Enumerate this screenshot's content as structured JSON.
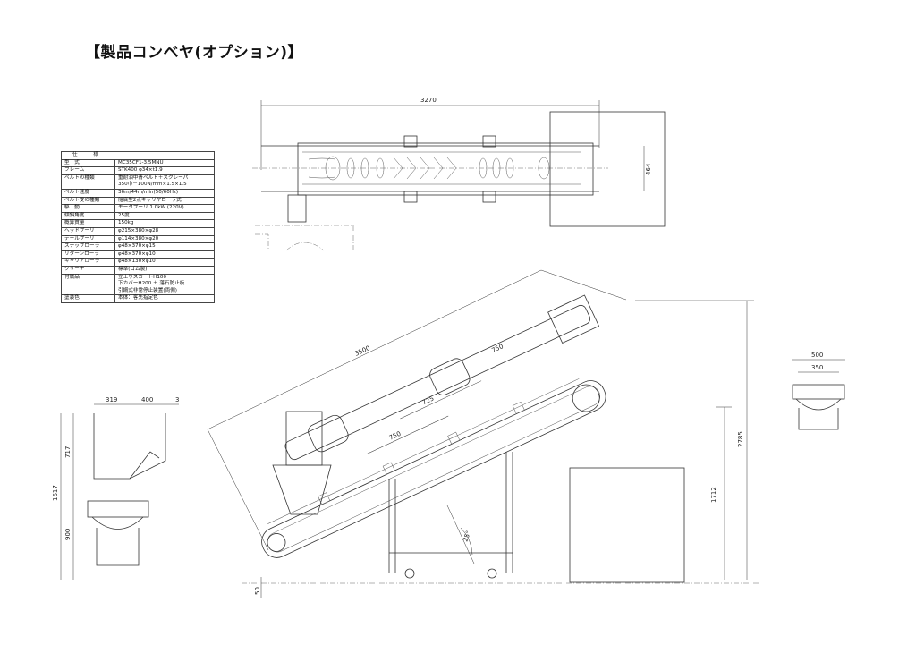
{
  "title": "【製品コンベヤ(オプション)】",
  "spec_table": {
    "header": "仕　様",
    "rows": [
      {
        "label": "型　式",
        "value": [
          "MC35CF1-3.5MNU"
        ]
      },
      {
        "label": "フレーム",
        "value": [
          "STK400 φ34×t1.9"
        ]
      },
      {
        "label": "ベルトの種類",
        "value": [
          "重耐油中青ベルト＋スクレーパ",
          "350巾－100N/mm×1.5×1.5"
        ]
      },
      {
        "label": "ベルト速度",
        "value": [
          "36m/44m/min(50/60Hz)"
        ]
      },
      {
        "label": "ベルト受の種類",
        "value": [
          "船底型2点キャリヤローラ式"
        ]
      },
      {
        "label": "駆　動",
        "value": [
          "モータプーリ 1.0kW (220V)"
        ]
      },
      {
        "label": "傾斜角度",
        "value": [
          "25度"
        ]
      },
      {
        "label": "概算質量",
        "value": [
          "150kg"
        ]
      },
      {
        "label": "ヘッドプーリ",
        "value": [
          "φ215×380×φ28"
        ]
      },
      {
        "label": "テールプーリ",
        "value": [
          "φ114×380×φ20"
        ]
      },
      {
        "label": "スナッブローラ",
        "value": [
          "φ48×370×φ15"
        ]
      },
      {
        "label": "リターンローラ",
        "value": [
          "φ48×370×φ10"
        ]
      },
      {
        "label": "キャリアローラ",
        "value": [
          "φ48×130×φ10"
        ]
      },
      {
        "label": "クリーナ",
        "value": [
          "標準(ゴム製)"
        ]
      },
      {
        "label": "付属品",
        "value": [
          "立上りスカートH100",
          "下カバーH200 ＋ 落石防止板",
          "引綱式非常停止装置(両側)"
        ]
      },
      {
        "label": "塗装色",
        "value": [
          "本体：客先指定色"
        ]
      }
    ]
  },
  "dimensions": {
    "plan_length": "3270",
    "plan_width": "464",
    "incline_length": "3500",
    "hopper_a": "319",
    "hopper_b": "400",
    "hopper_c": "3",
    "hopper_upper": "717",
    "total_height_left": "1617",
    "lower_height": "900",
    "base_offset": "50",
    "span_725": "725",
    "span_750_a": "750",
    "span_750_b": "750",
    "angle": "25°",
    "discharge_height": "1712",
    "overall_height": "2785",
    "section_outer": "500",
    "section_inner": "350"
  }
}
